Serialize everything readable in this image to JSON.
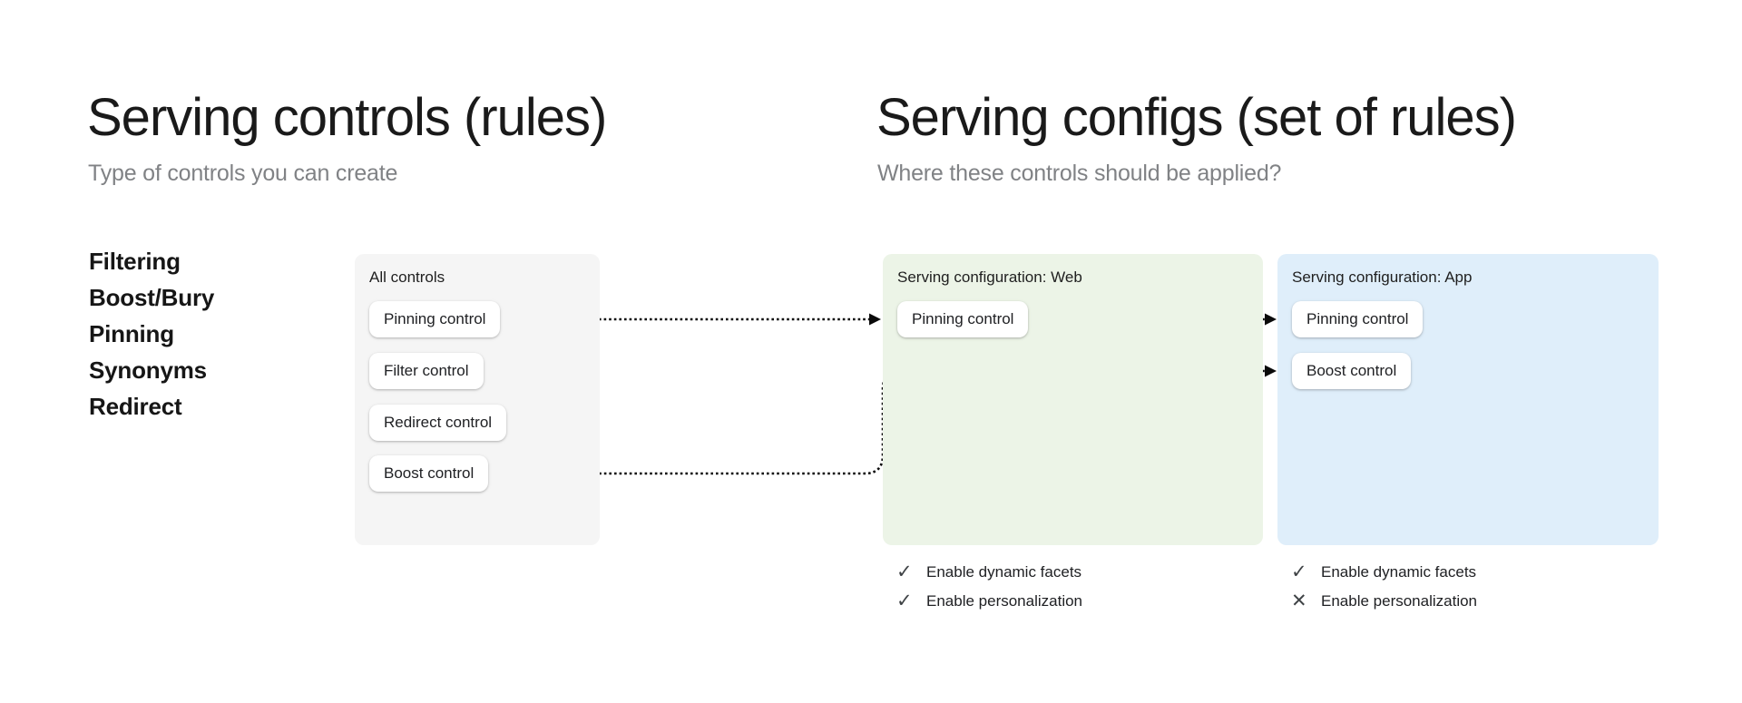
{
  "left_section": {
    "title": "Serving controls (rules)",
    "subtitle": "Type of controls you can create",
    "control_types": [
      "Filtering",
      "Boost/Bury",
      "Pinning",
      "Synonyms",
      "Redirect"
    ]
  },
  "right_section": {
    "title": "Serving configs (set of rules)",
    "subtitle": "Where these controls should be applied?"
  },
  "all_controls_card": {
    "title": "All controls",
    "controls": [
      "Pinning control",
      "Filter control",
      "Redirect control",
      "Boost control"
    ]
  },
  "web_config_card": {
    "title": "Serving configuration: Web",
    "controls": [
      "Pinning control"
    ],
    "features": [
      {
        "label": "Enable dynamic facets",
        "enabled": true,
        "icon": "check-icon"
      },
      {
        "label": "Enable personalization",
        "enabled": true,
        "icon": "check-icon"
      }
    ]
  },
  "app_config_card": {
    "title": "Serving configuration: App",
    "controls": [
      "Pinning control",
      "Boost control"
    ],
    "features": [
      {
        "label": "Enable dynamic facets",
        "enabled": true,
        "icon": "check-icon"
      },
      {
        "label": "Enable personalization",
        "enabled": false,
        "icon": "cross-icon"
      }
    ]
  },
  "colors": {
    "card_gray": "#f5f5f5",
    "card_green": "#ecf4e7",
    "card_blue": "#dfeefa",
    "heading": "#1a1a1a",
    "subtitle_gray": "#808285",
    "arrow_black": "#0a0a0a",
    "icon_gray": "#3f4346"
  }
}
